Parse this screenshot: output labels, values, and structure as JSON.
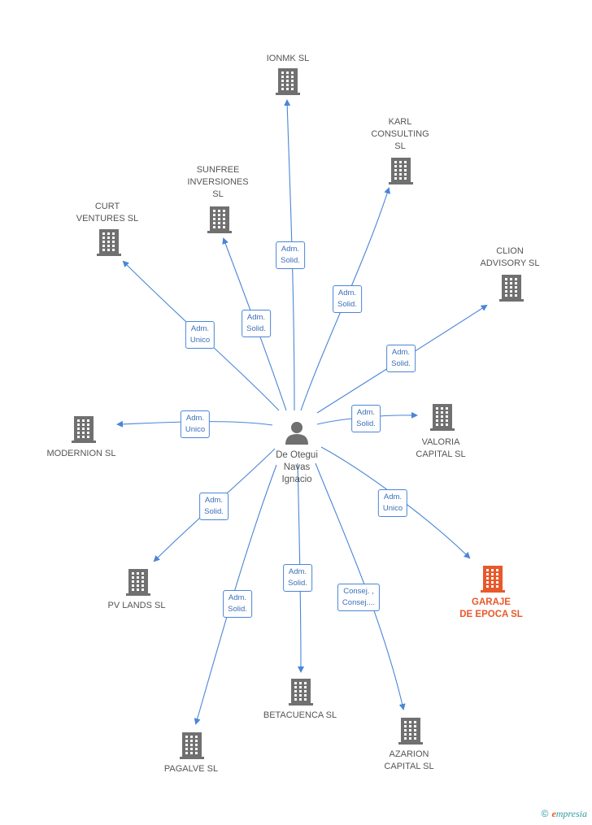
{
  "center": {
    "name": "De Otegui\nNavas\nIgnacio",
    "icon": "person-icon"
  },
  "nodes": [
    {
      "id": "ionmk",
      "label": "IONMK  SL",
      "highlight": false,
      "role": "Adm.\nSolid."
    },
    {
      "id": "karl",
      "label": "KARL\nCONSULTING\nSL",
      "highlight": false,
      "role": "Adm.\nSolid."
    },
    {
      "id": "sunfree",
      "label": "SUNFREE\nINVERSIONES\nSL",
      "highlight": false,
      "role": "Adm.\nSolid."
    },
    {
      "id": "curt",
      "label": "CURT\nVENTURES  SL",
      "highlight": false,
      "role": "Adm.\nUnico"
    },
    {
      "id": "clion",
      "label": "CLION\nADVISORY  SL",
      "highlight": false,
      "role": "Adm.\nSolid."
    },
    {
      "id": "modernion",
      "label": "MODERNION  SL",
      "highlight": false,
      "role": "Adm.\nUnico"
    },
    {
      "id": "valoria",
      "label": "VALORIA\nCAPITAL SL",
      "highlight": false,
      "role": "Adm.\nSolid."
    },
    {
      "id": "pvlands",
      "label": "PV LANDS  SL",
      "highlight": false,
      "role": "Adm.\nSolid."
    },
    {
      "id": "garaje",
      "label": "GARAJE\nDE EPOCA  SL",
      "highlight": true,
      "role": "Adm.\nUnico"
    },
    {
      "id": "betacuenca",
      "label": "BETACUENCA SL",
      "highlight": false,
      "role": "Adm.\nSolid."
    },
    {
      "id": "azarion",
      "label": "AZARION\nCAPITAL  SL",
      "highlight": false,
      "role": "Consej. ,\nConsej...."
    },
    {
      "id": "pagalve",
      "label": "PAGALVE SL",
      "highlight": false,
      "role": "Adm.\nSolid."
    }
  ],
  "colors": {
    "edge": "#4a86d6",
    "building": "#707070",
    "highlight": "#e8592a",
    "person": "#707070"
  },
  "brand": {
    "copyright": "©",
    "initial": "e",
    "name": "mpresia"
  }
}
